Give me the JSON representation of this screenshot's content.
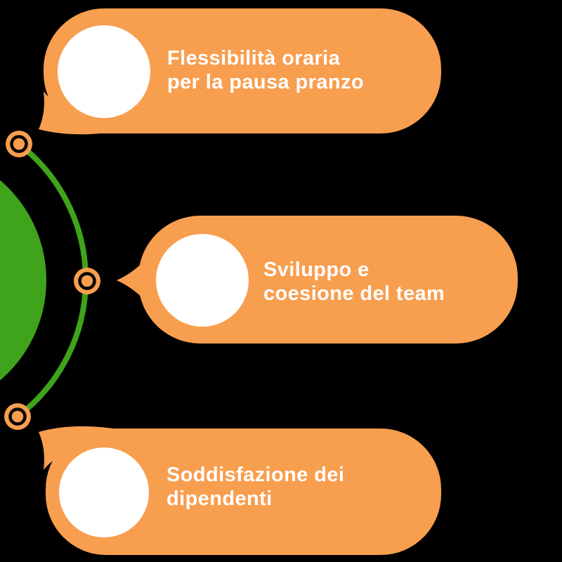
{
  "palette": {
    "background": "#000000",
    "orange": "#F89E4F",
    "green": "#3FA31C",
    "white": "#FFFFFF"
  },
  "diagram": {
    "type": "speech-bubble-infographic",
    "bubbles": [
      {
        "line1": "Flessibilità oraria",
        "line2": "per la pausa pranzo"
      },
      {
        "line1": "Sviluppo e",
        "line2": "coesione del team"
      },
      {
        "line1": "Soddisfazione dei",
        "line2": "dipendenti"
      }
    ]
  }
}
